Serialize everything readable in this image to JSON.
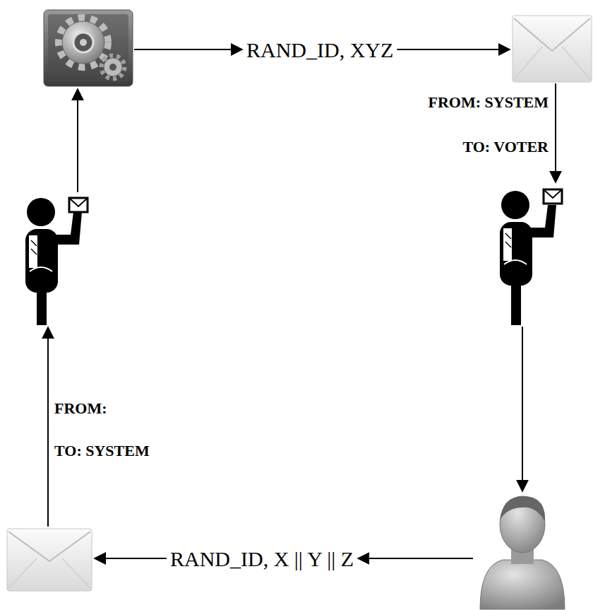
{
  "diagram": {
    "labels": [
      "RAND_ID, XYZ",
      "FROM: SYSTEM",
      "TO: VOTER",
      "FROM:",
      "TO: SYSTEM",
      "RAND_ID, X || Y || Z"
    ]
  }
}
